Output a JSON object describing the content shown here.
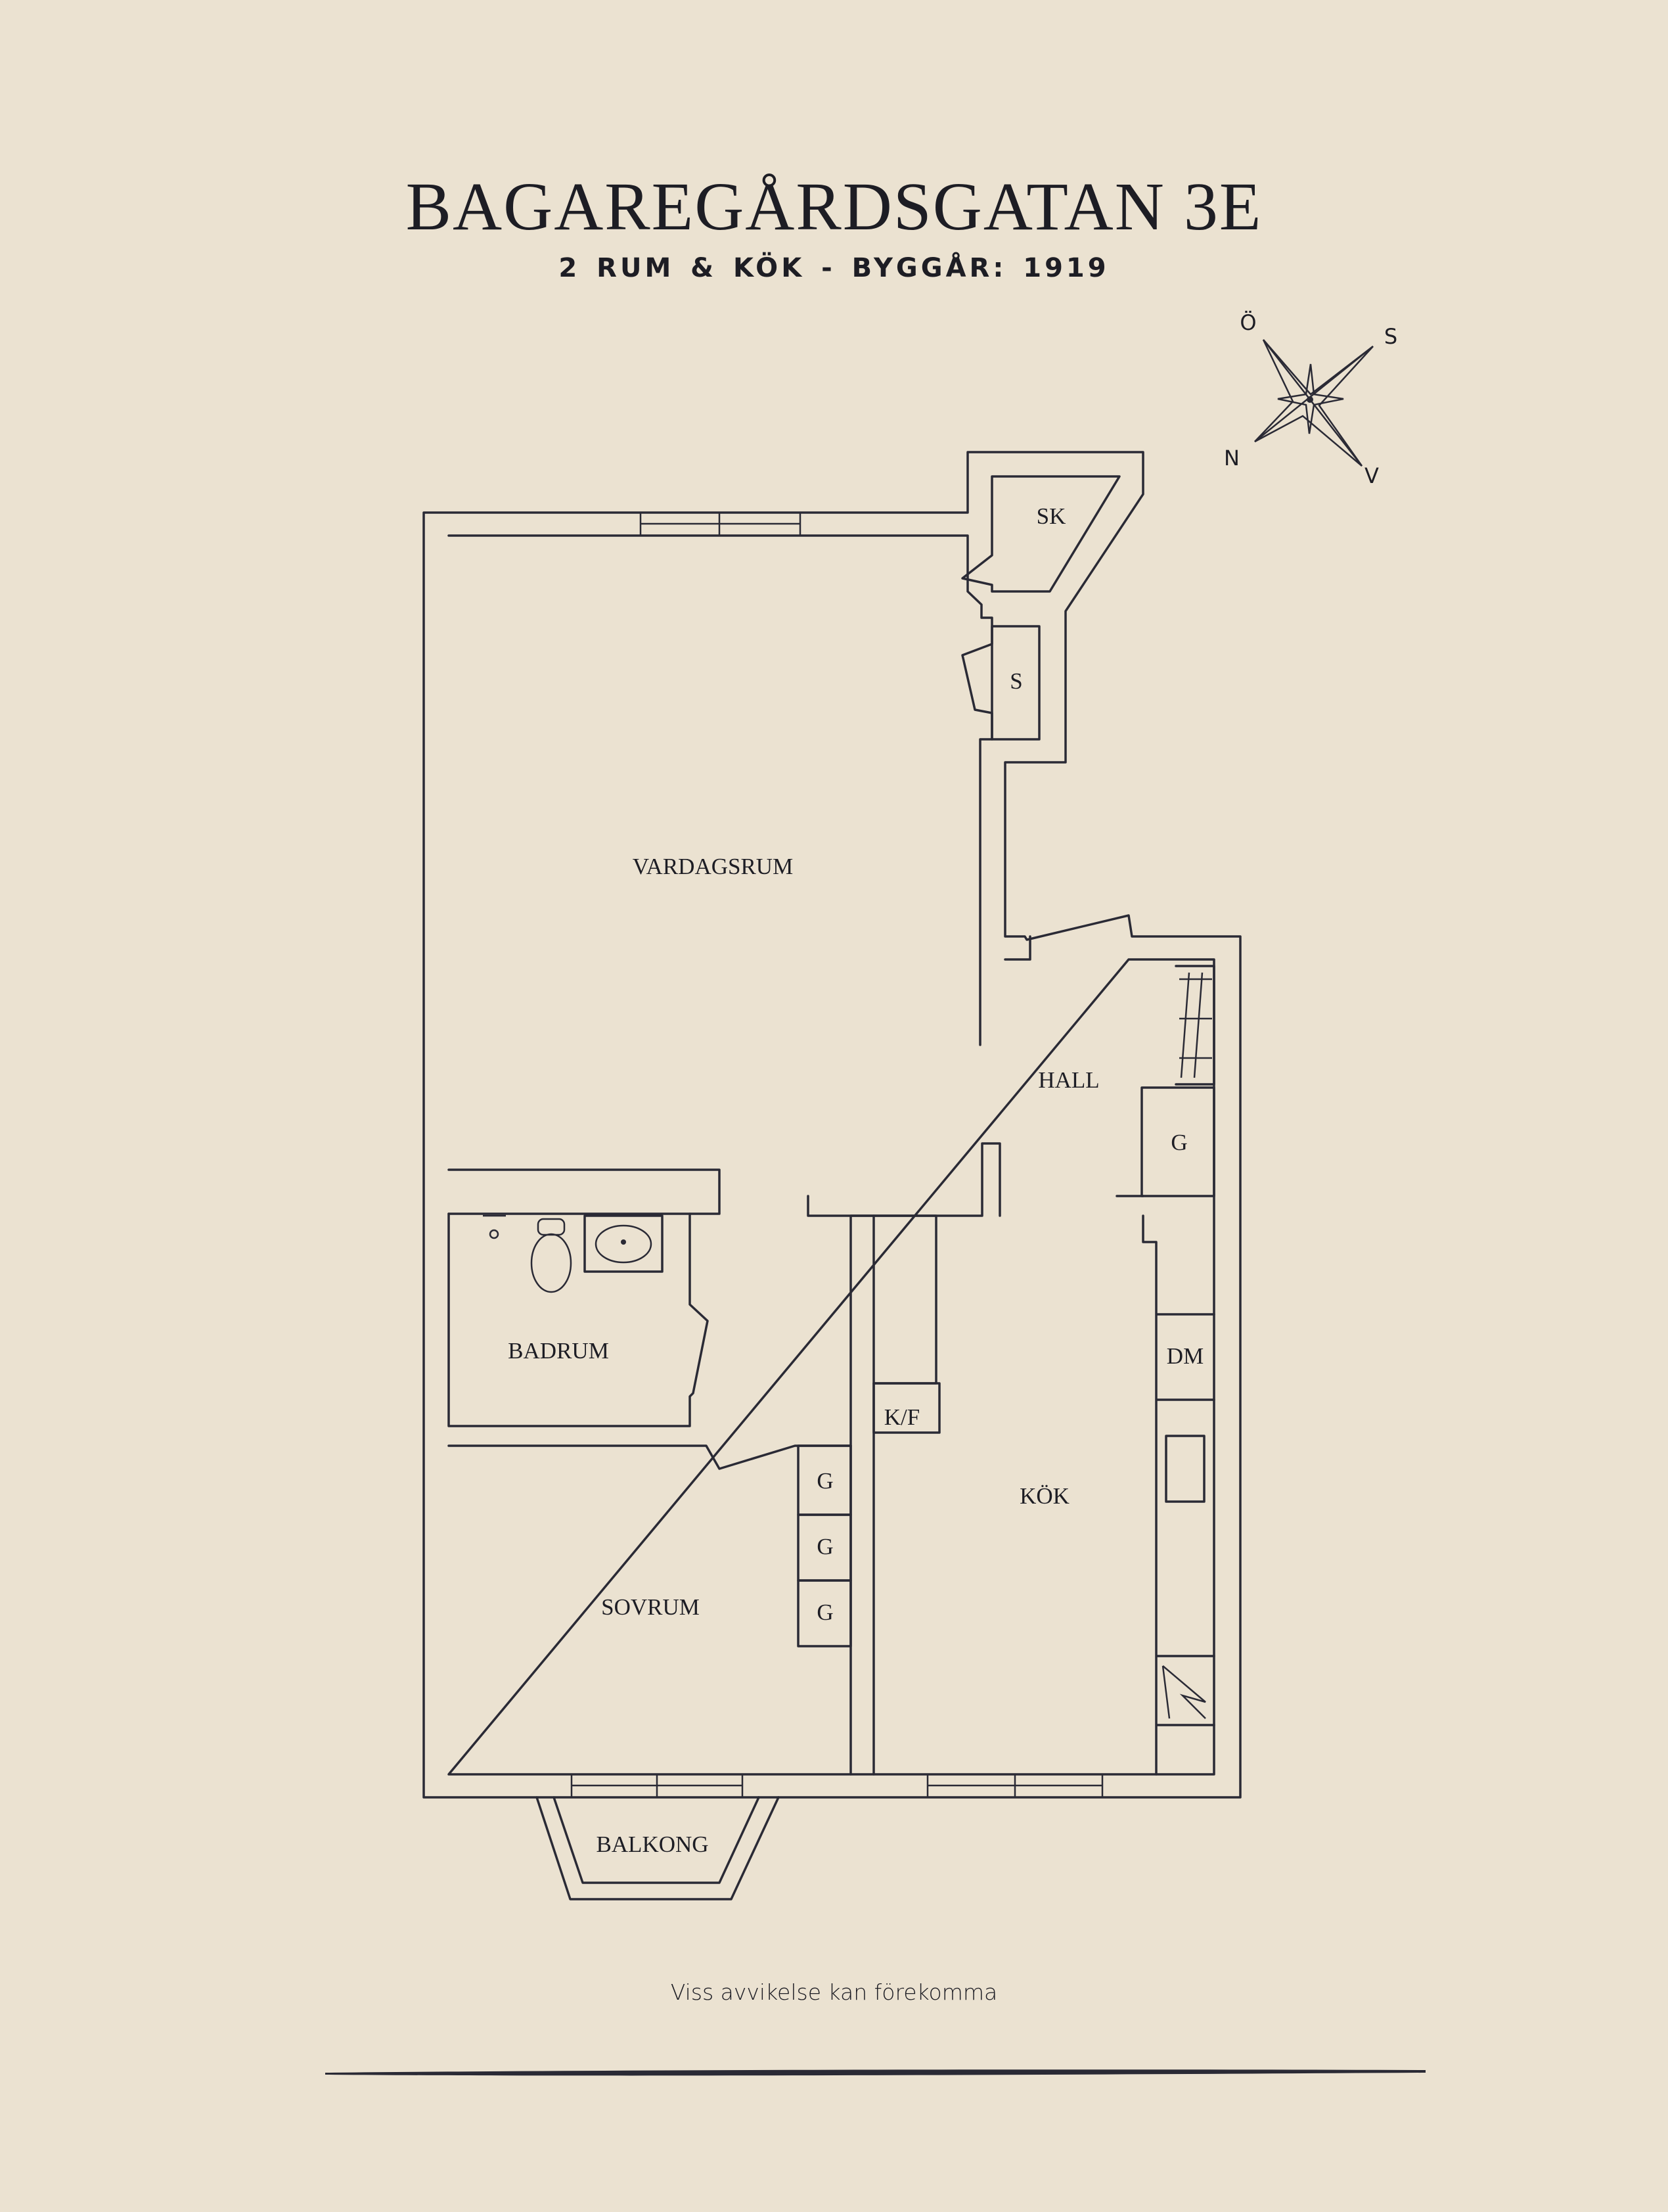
{
  "header": {
    "title": "BAGAREGÅRDSGATAN 3E",
    "subtitle": "2 RUM & KÖK  -  BYGGÅR: 1919"
  },
  "compass": {
    "n": "N",
    "s": "S",
    "o": "Ö",
    "v": "V"
  },
  "rooms": {
    "sk": "SK",
    "s": "S",
    "vardagsrum": "VARDAGSRUM",
    "hall": "HALL",
    "g_hall": "G",
    "badrum": "BADRUM",
    "dm": "DM",
    "kf": "K/F",
    "kok": "KÖK",
    "g1": "G",
    "g2": "G",
    "g3": "G",
    "sovrum": "SOVRUM",
    "balkong": "BALKONG"
  },
  "footer": {
    "disclaimer": "Viss avvikelse kan förekomma"
  },
  "colors": {
    "background": "#ebe2d1",
    "ink": "#1d1d24"
  }
}
